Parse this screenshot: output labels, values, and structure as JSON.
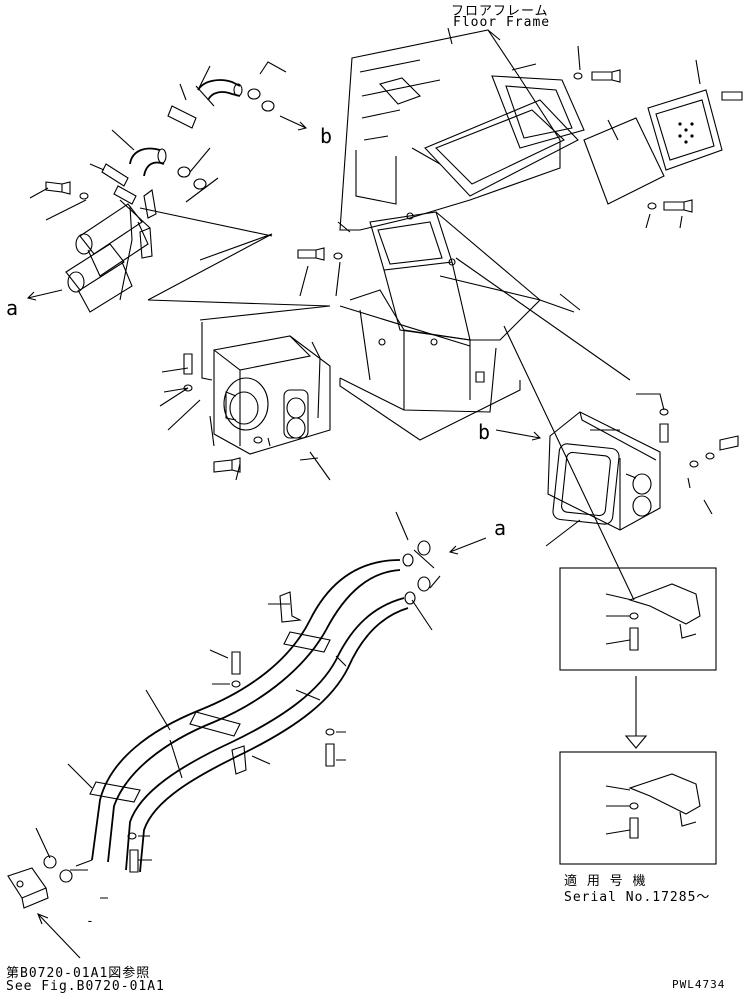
{
  "labels": {
    "floor_frame_jp": "フロアフレーム",
    "floor_frame_en": "Floor Frame",
    "callout_a_left": "a",
    "callout_a_right": "a",
    "callout_b_top": "b",
    "callout_b_mid": "b",
    "applicable_serial_jp": "適 用 号 機",
    "applicable_serial_en": "Serial No.17285～",
    "see_fig_jp": "第B0720-01A1図参照",
    "see_fig_en": "See Fig.B0720-01A1",
    "drawing_code": "PWL4734",
    "dash_mark": "-"
  },
  "colors": {
    "ink": "#000000",
    "paper": "#ffffff"
  }
}
